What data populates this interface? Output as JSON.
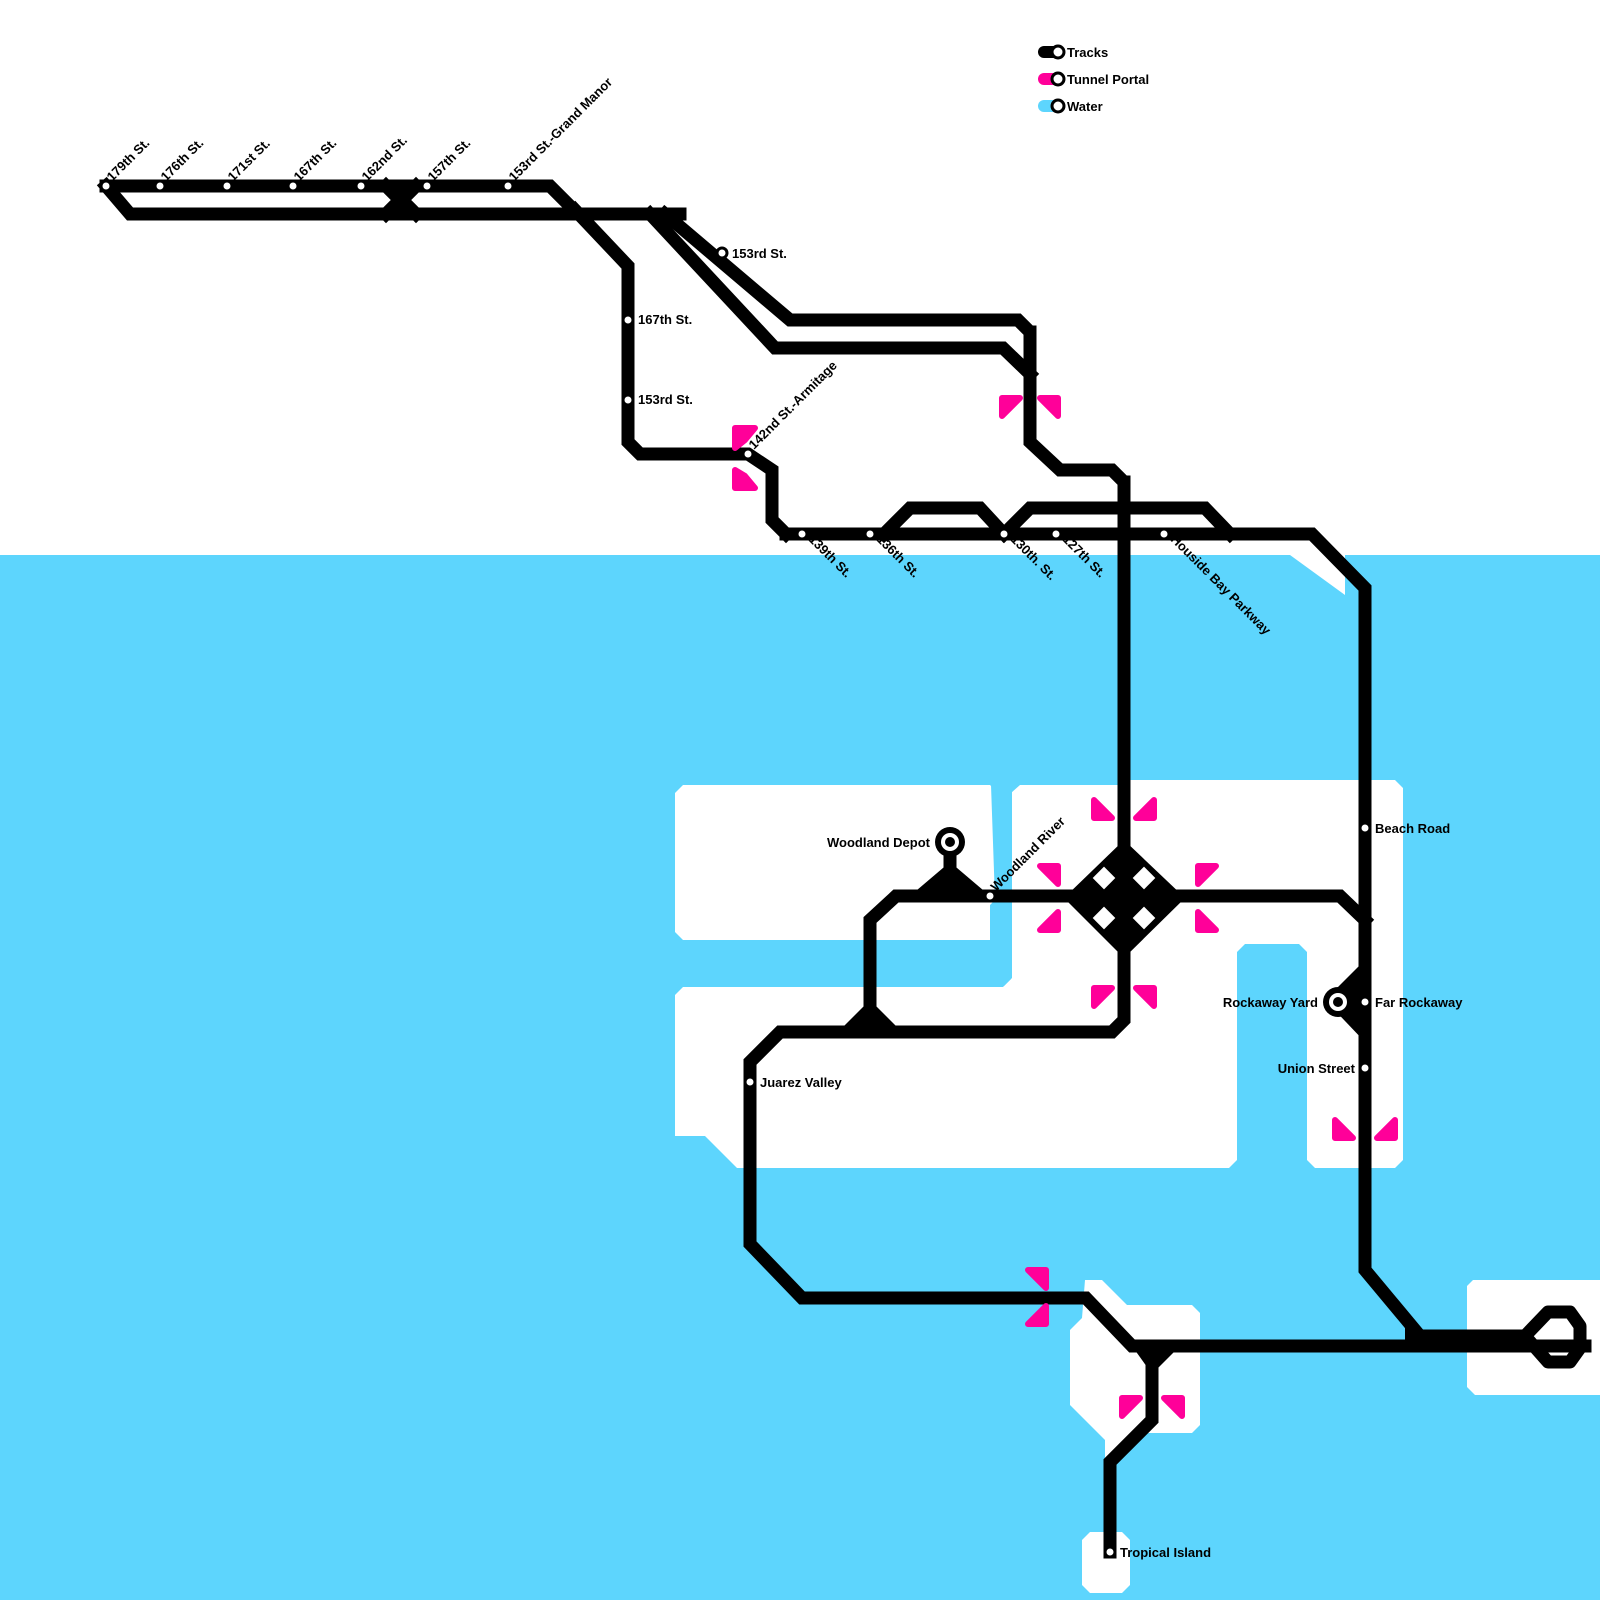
{
  "legend": {
    "items": [
      {
        "label": "Tracks",
        "color": "#000000"
      },
      {
        "label": "Tunnel Portal",
        "color": "#ff0099"
      },
      {
        "label": "Water",
        "color": "#5dd5fd"
      }
    ]
  },
  "colors": {
    "track": "#000000",
    "portal": "#ff0099",
    "water": "#5dd5fd",
    "land": "#ffffff"
  },
  "stations": {
    "s179": "179th St.",
    "s176": "176th St.",
    "s171": "171st St.",
    "s167": "167th St.",
    "s162": "162nd St.",
    "s157": "157th St.",
    "s153gm": "153rd St.-Grand Manor",
    "s153a": "153rd St.",
    "s167b": "167th St.",
    "s153b": "153rd St.",
    "s142": "142nd St.-Armitage",
    "s139": "139th St.",
    "s136": "136th St.",
    "s130": "130th. St.",
    "s127": "127th St.",
    "houside": "Houside Bay Parkway",
    "beach": "Beach Road",
    "woodlandDepot": "Woodland Depot",
    "woodlandRiver": "Woodland River",
    "rockawayYard": "Rockaway Yard",
    "farRockaway": "Far Rockaway",
    "union": "Union Street",
    "juarez": "Juarez Valley",
    "tropical": "Tropical Island"
  }
}
